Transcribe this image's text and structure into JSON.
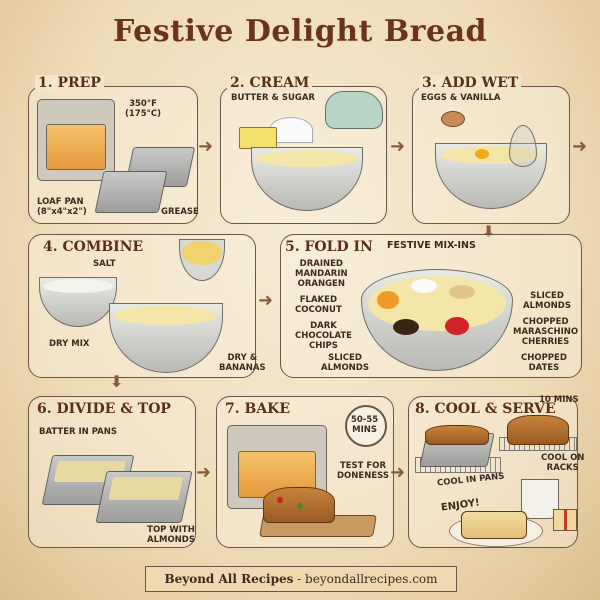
{
  "title": "Festive Delight Bread",
  "steps": [
    {
      "id": 1,
      "title": "1. PREP",
      "labels": {
        "temp": "350°F\n(175°C)",
        "pan": "LOAF PAN\n(8\"x4\"x2\")",
        "grease": "GREASE"
      }
    },
    {
      "id": 2,
      "title": "2. CREAM",
      "labels": {
        "ingredients": "BUTTER & SUGAR"
      }
    },
    {
      "id": 3,
      "title": "3. ADD WET",
      "labels": {
        "ingredients": "EGGS & VANILLA"
      }
    },
    {
      "id": 4,
      "title": "4. COMBINE",
      "labels": {
        "salt": "SALT",
        "dry_mix": "DRY MIX",
        "dry_bananas": "DRY &\nBANANAS"
      }
    },
    {
      "id": 5,
      "title": "5. FOLD IN",
      "labels": {
        "header": "FESTIVE MIX-INS",
        "mandarin": "DRAINED\nMANDARIN\nORANGEN",
        "coconut": "FLAKED\nCOCONUT",
        "chocolate": "DARK\nCHOCOLATE\nCHIPS",
        "almonds_left": "SLICED\nALMONDS",
        "almonds_right": "SLICED\nALMONDS",
        "cherries": "CHOPPED\nMARASCHINO\nCHERRIES",
        "dates": "CHOPPED\nDATES"
      }
    },
    {
      "id": 6,
      "title": "6. DIVIDE & TOP",
      "labels": {
        "batter": "BATTER IN PANS",
        "top": "TOP WITH\nALMONDS"
      }
    },
    {
      "id": 7,
      "title": "7. BAKE",
      "labels": {
        "time": "50-55\nMINS",
        "test": "TEST FOR\nDONENESS"
      }
    },
    {
      "id": 8,
      "title": "8. COOL & SERVE",
      "labels": {
        "mins": "10 MINS",
        "cool_pans": "COOL IN PANS",
        "racks": "COOL ON\nRACKS",
        "enjoy": "ENJOY!"
      }
    }
  ],
  "arrows": {
    "right": "➜",
    "down": "⬇"
  },
  "footer": {
    "brand": "Beyond All Recipes",
    "separator": " - ",
    "site": "beyondallrecipes.com"
  },
  "colors": {
    "title": "#6b3418",
    "parchment": "#f2e4c7",
    "border": "#6a5646",
    "arrow": "#8a5a36"
  }
}
